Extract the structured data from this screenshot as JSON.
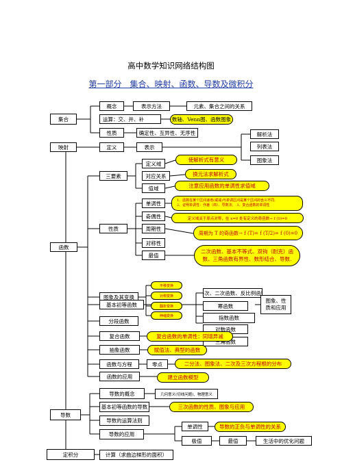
{
  "title": "高中数学知识网络结构图",
  "subtitle": "第一部分　集合、映射、函数、导数及微积分",
  "nodes": {
    "jihe": "集合",
    "gainian": "概念",
    "biaoshi_fangfa": "表示方法",
    "yuansu": "元素、集合之间的关系",
    "yunsuan": "运算：交、并、补",
    "shuzhou": "数轴、Venn图、函数图象",
    "xingzhi1": "性质",
    "queding": "确定性、互异性、无序性",
    "yingshe": "映射",
    "dingyi": "定义",
    "biaoshi": "表示",
    "jiexifa": "解析法",
    "liebiaofa": "列表法",
    "tuxiangfa": "图象法",
    "dingyiyu": "定义域",
    "sanyaosu": "三要素",
    "duiyingguanxi": "对应关系",
    "zhiyu": "值域",
    "shi_jiexishi": "使解析式有意义",
    "huanyuanfa": "换元法求解析式",
    "zhuyi_zhiyu": "注意应用函数的单调性求值域",
    "hanshu": "函数",
    "dandiaoxing": "单调性",
    "dandiao_note_1": "1、函数在某个区间递增(或减)与单调区间是某个区间的含义不同;",
    "dandiao_note_2": "2、证明单调性：作差（商）、导数法;　3、复合函数的单调性",
    "qiouxing": "奇偶性",
    "qiou_note": "定义域关于原点对称，在 x=0 处有定义的奇函数→ f (0)=0",
    "zhouqixing": "周期性",
    "zhouqi_note": "周期为 T 的奇函数→ f (T)= f (T/2)= f (0)=0",
    "xingzhi2": "性质",
    "duichenxing": "对称性",
    "zuizhi": "最值",
    "zuizhi_note": "二次函数、基本不等式、双钩（耐克）函数、三角函数有界性、数形结合、导数.",
    "pingyi": "平移变换",
    "duichenbian": "对称变换",
    "fanzhuan": "翻折变换",
    "shensuo": "伸缩变换",
    "tuxiang_bianhuan": "图象及其变换",
    "yici": "一次、二次函数、反比例函数",
    "mihanshu": "幂函数",
    "zhishu": "指数函数",
    "duishu": "对数函数",
    "sanjiao": "三角函数",
    "tuxiang_xingzhi": "图象、性质和应用",
    "jiben_chudeng": "基本初等函数",
    "fenduan": "分段函数",
    "fuhe": "复合函数",
    "fuhe_note": "复合函数的单调性：同增异减",
    "chouxiang": "抽象函数",
    "chouxiang_note": "赋值法、典型的函数",
    "hanshu_fangcheng": "函数与方程",
    "lingdian": "零点",
    "lingdian_note": "二分法、图象法、二次及三次方程根的分布",
    "hanshu_yingyong": "函数的应用",
    "jianli": "建立函数模型",
    "daoshu": "导数",
    "daoshu_gainian": "导数的概念",
    "jihe_yiyi": "几何意义(切线问题)、物理意义",
    "jiben_daoshu": "基本初等函数的导数",
    "sanci_note": "三次函数的性质、图象与应用",
    "yunsuan_faze": "导数的运算法则",
    "daoshu_yingyong": "导数的应用",
    "dandiao2": "单调性",
    "daoshu_zhengfu": "导数的正负与单调性的关系",
    "jizhi": "极值",
    "zuizhi2": "最值",
    "shenghuo": "生活中的优化问题",
    "dingjifen": "定积分",
    "jisuan": "计算（求曲边梯形的面积）"
  }
}
